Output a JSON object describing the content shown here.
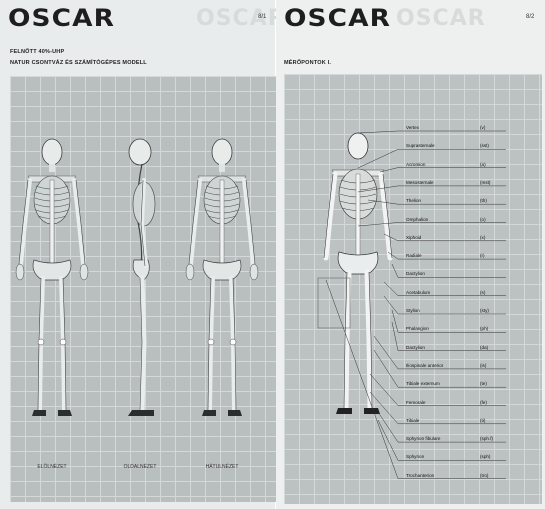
{
  "left": {
    "logo": "OSCAR",
    "page_number": "8/1",
    "header_line1": "FELNŐTT 40%-UHP",
    "header_line2": "NATUR CSONTVÁZ ÉS SZÁMÍTÓGÉPES MODELL",
    "captions": [
      "ELÖLNÉZET",
      "OLDALNÉZET",
      "HÁTULNÉZET"
    ]
  },
  "right": {
    "logo": "OSCAR",
    "page_number": "8/2",
    "title": "MÉRŐPONTOK I.",
    "landmarks": [
      {
        "name": "Vertex",
        "abbr": "(v)"
      },
      {
        "name": "Suprasternale",
        "abbr": "(sst)"
      },
      {
        "name": "Acromion",
        "abbr": "(a)"
      },
      {
        "name": "Mesosternale",
        "abbr": "(mst)"
      },
      {
        "name": "Thelion",
        "abbr": "(th)"
      },
      {
        "name": "Omphalion",
        "abbr": "(o)"
      },
      {
        "name": "Xiphoid",
        "abbr": "(x)"
      },
      {
        "name": "Radiale",
        "abbr": "(r)"
      },
      {
        "name": "Dactylion",
        "abbr": ""
      },
      {
        "name": "Acetabulum",
        "abbr": "(s)"
      },
      {
        "name": "Stylion",
        "abbr": "(sty)"
      },
      {
        "name": "Phalangion",
        "abbr": "(ph)"
      },
      {
        "name": "Dactylion",
        "abbr": "(da)"
      },
      {
        "name": "Iliospinale anterior",
        "abbr": "(is)"
      },
      {
        "name": "Tibiale externum",
        "abbr": "(te)"
      },
      {
        "name": "Femorale",
        "abbr": "(fe)"
      },
      {
        "name": "Tibiale",
        "abbr": "(ti)"
      },
      {
        "name": "Sphyrion fibulare",
        "abbr": "(sph.f)"
      },
      {
        "name": "Sphyrion",
        "abbr": "(sph)"
      },
      {
        "name": "Trochanterion",
        "abbr": "(tro)"
      }
    ]
  }
}
